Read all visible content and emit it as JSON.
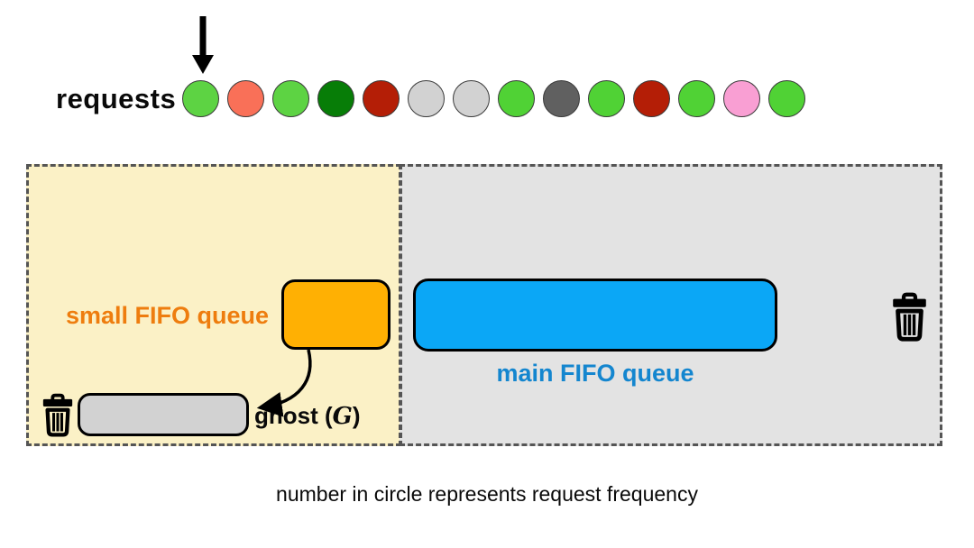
{
  "requests": {
    "label": "requests",
    "circles": [
      "#5dd343",
      "#f97058",
      "#5dd343",
      "#077d07",
      "#b41e06",
      "#d2d2d2",
      "#d2d2d2",
      "#50d235",
      "#606060",
      "#50d235",
      "#b41e06",
      "#50d235",
      "#f99fd3",
      "#50d235"
    ]
  },
  "small_queue": {
    "label": "small FIFO queue",
    "label_color": "#ee7d0e",
    "box_color": "#ffb003",
    "panel_color": "#fbf1c6"
  },
  "main_queue": {
    "label": "main FIFO queue",
    "label_color": "#1486cf",
    "box_color": "#0ba7f6",
    "panel_color": "#e3e3e3"
  },
  "ghost": {
    "label_prefix": "ghost (",
    "symbol": "G",
    "label_suffix": ")",
    "box_color": "#d2d2d2"
  },
  "icons": {
    "insert_arrow": "down-arrow",
    "evict_to_ghost_arrow": "curved-arrow",
    "discard_small": "trash",
    "discard_main": "trash"
  },
  "caption": "number in circle represents request frequency"
}
